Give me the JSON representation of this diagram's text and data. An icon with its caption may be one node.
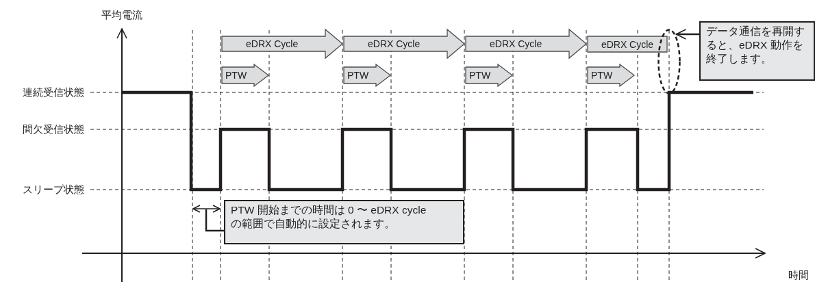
{
  "diagram": {
    "nodes": [
      {
        "text": [
          "eDRX Cycle"
        ]
      },
      {
        "text": [
          "eDRX Cycle"
        ]
      },
      {
        "text": [
          "eDRX Cycle"
        ]
      },
      {
        "text": [
          "eDRX Cycle"
        ]
      },
      {
        "text": [
          "PTW"
        ]
      },
      {
        "text": [
          "PTW"
        ]
      },
      {
        "text": [
          "PTW"
        ]
      },
      {
        "text": [
          "PTW"
        ]
      },
      {
        "text": [
          "データ通信を再開すると、eDRX 動作を終了します。"
        ]
      },
      {
        "text": [],
        "shape": "ellipse"
      },
      {
        "text": [
          "PTW 開始までの時間は 0 〜 eDRX cycle の範囲で自動的に設定されます。"
        ]
      }
    ],
    "edges": [
      {
        "from": 8,
        "to": 9,
        "arrow": "to"
      },
      {
        "from": 10,
        "to": null,
        "arrow": "none"
      }
    ],
    "labels": [
      "平均電流",
      "連続受信状態",
      "間欠受信状態",
      "スリープ状態",
      "時間"
    ]
  }
}
